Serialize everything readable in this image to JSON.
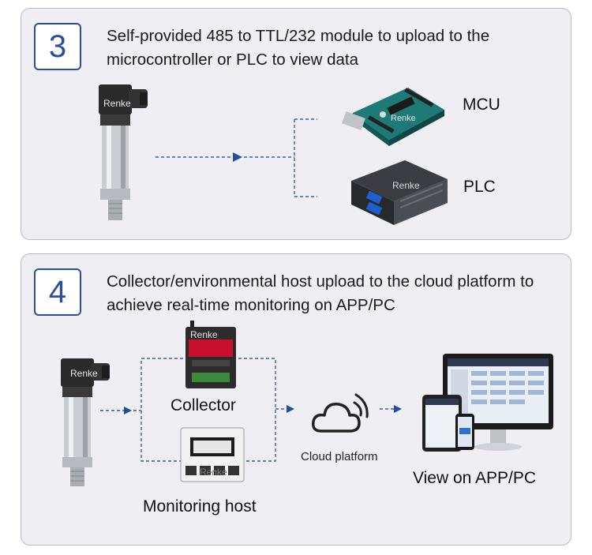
{
  "section3": {
    "number": "3",
    "description": "Self-provided 485 to TTL/232 module to upload to the microcontroller or PLC to view data",
    "watermark": "Renke",
    "mcu_label": "MCU",
    "plc_label": "PLC"
  },
  "section4": {
    "number": "4",
    "description": "Collector/environmental host upload to the cloud platform to achieve real-time monitoring on APP/PC",
    "watermark": "Renke",
    "collector_label": "Collector",
    "monitoring_host_label": "Monitoring host",
    "cloud_label": "Cloud platform",
    "view_label": "View on APP/PC"
  },
  "colors": {
    "accent": "#2a4f9a",
    "panel_bg": "#eeeef3",
    "arrow": "#1f4fa0"
  }
}
